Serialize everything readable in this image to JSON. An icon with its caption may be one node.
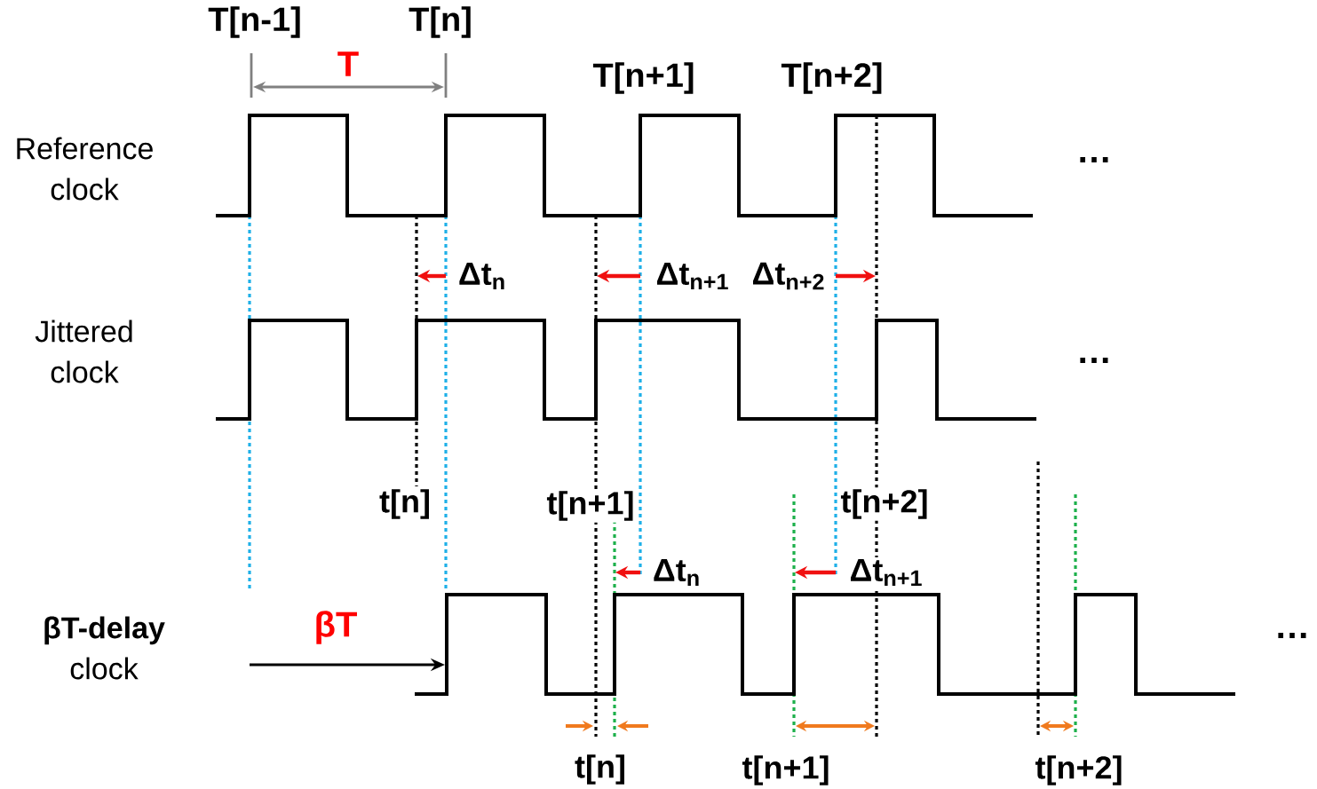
{
  "diagram": {
    "labels": [
      "T[n-1]",
      "T[n]",
      "T",
      "T[n+1]",
      "T[n+2]",
      "Reference clock",
      "…",
      "Δt$_{n}$",
      "Δt$_{n+1}$",
      "Δt$_{n+2}$",
      "Jittered clock",
      "…",
      "t[n]",
      "t[n+1]",
      "t[n+2]",
      "Δt$_{n}$",
      "Δt$_{n+1}$",
      "**βT-delay** clock",
      "βT",
      "…",
      "t[n]",
      "t[n+1]",
      "t[n+2]"
    ]
  }
}
